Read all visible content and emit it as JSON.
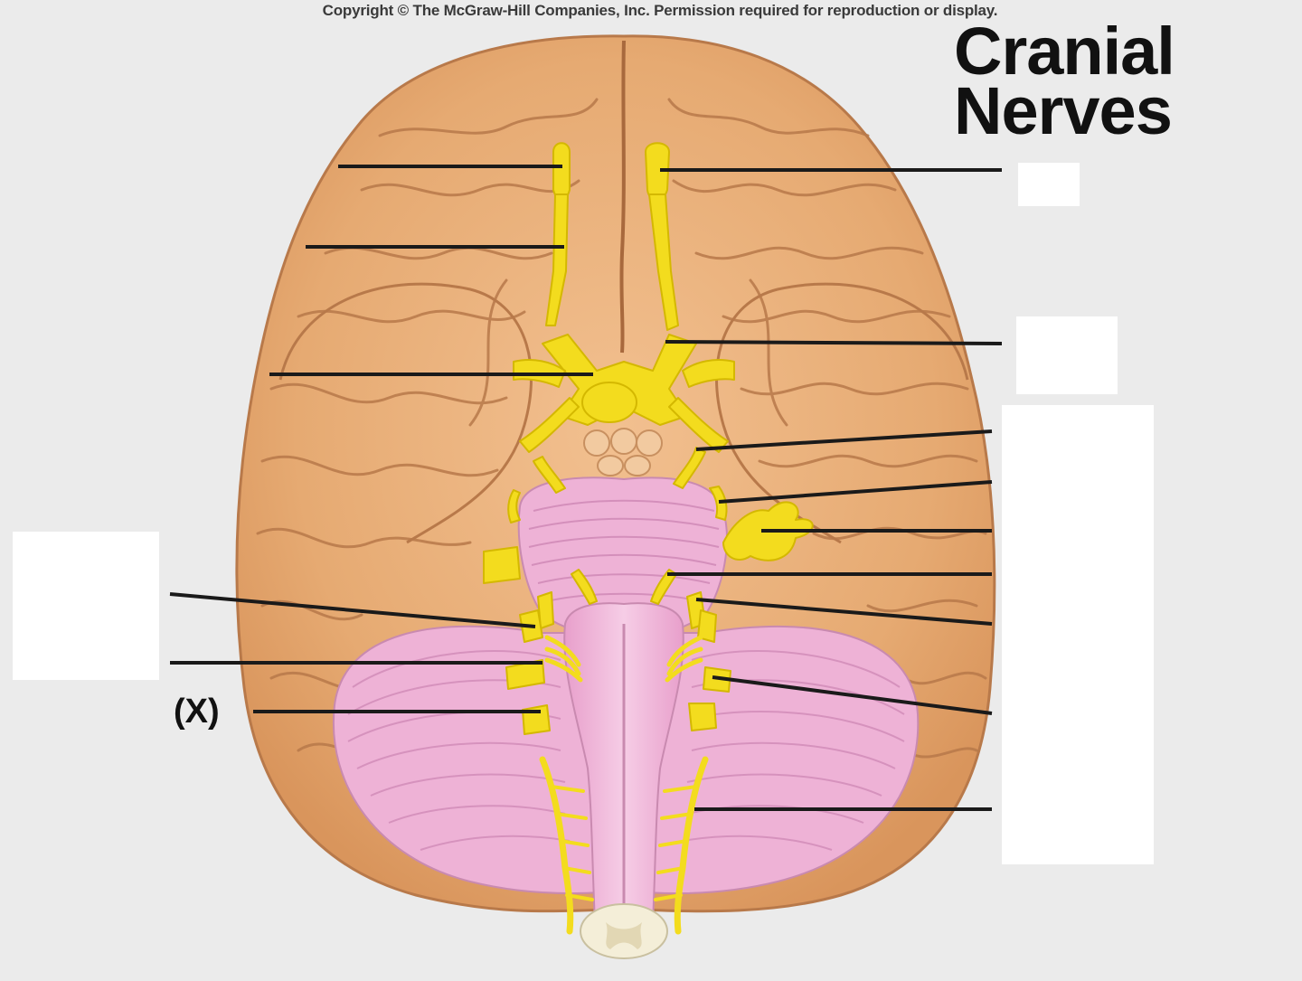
{
  "copyright": "Copyright © The McGraw-Hill Companies, Inc. Permission required for reproduction or display.",
  "title": {
    "line1": "Cranial",
    "line2": "Nerves"
  },
  "marker": "(X)",
  "colors": {
    "background": "#ebebeb",
    "cerebrum": "#e9b07a",
    "gyrus_outline": "#b8794a",
    "brainstem_cerebellum": "#eeb2d6",
    "nerves": "#f3dc1e",
    "leader_lines": "#1a1a1a",
    "label_boxes": "#ffffff"
  }
}
